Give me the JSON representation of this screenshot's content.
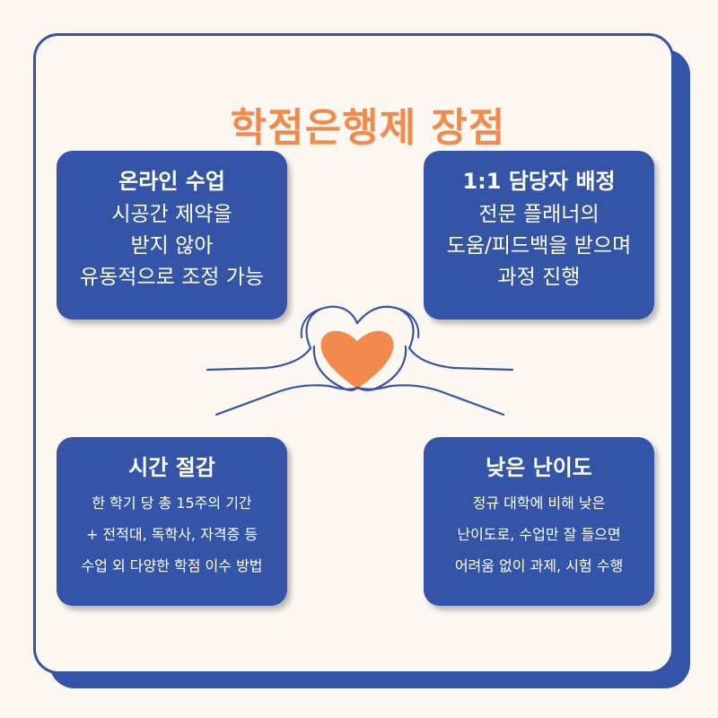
{
  "title": "학점은행제 장점",
  "colors": {
    "accent": "#f28a4e",
    "card": "#3454a8",
    "background": "#fcf7f1"
  },
  "cards": [
    {
      "title": "온라인 수업",
      "lines": [
        "시공간 제약을",
        "받지 않아",
        "유동적으로 조정 가능"
      ]
    },
    {
      "title": "1:1 담당자 배정",
      "lines": [
        "전문 플래너의",
        "도움/피드백을 받으며",
        "과정 진행"
      ]
    },
    {
      "title": "시간 절감",
      "lines": [
        "한 학기 당 총 15주의 기간",
        "+ 전적대, 독학사, 자격증 등",
        "수업 외 다양한 학점 이수 방법"
      ]
    },
    {
      "title": "낮은 난이도",
      "lines": [
        "정규 대학에 비해 낮은",
        "난이도로, 수업만 잘 들으면",
        "어려움 없이 과제, 시험 수행"
      ]
    }
  ],
  "illustration": {
    "icon": "heart-hands-icon"
  }
}
